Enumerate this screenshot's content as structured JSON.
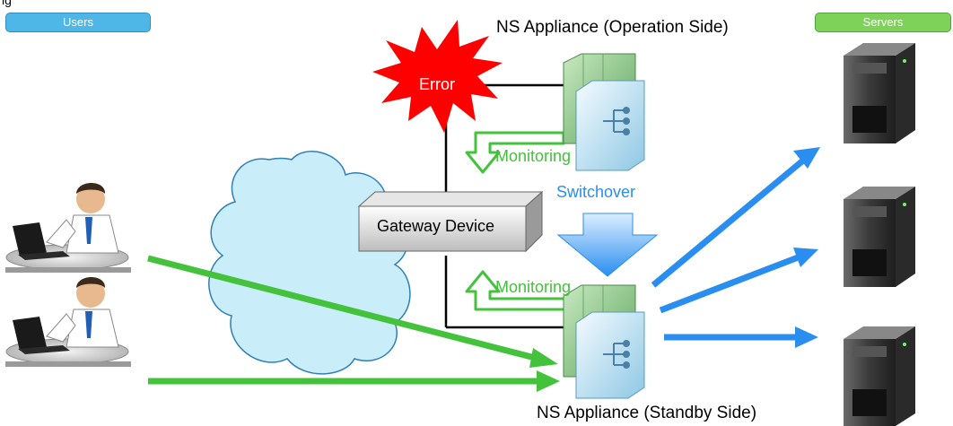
{
  "header": {
    "users_label": "Users",
    "servers_label": "Servers",
    "top_text_fragment": "ig"
  },
  "labels": {
    "error": "Error",
    "gateway": "Gateway Device",
    "ns_operation": "NS Appliance (Operation Side)",
    "ns_standby": "NS Appliance (Standby Side)",
    "monitoring_top": "Monitoring",
    "monitoring_bottom": "Monitoring",
    "switchover": "Switchover"
  },
  "colors": {
    "users_pill": "#4fb6e8",
    "servers_pill": "#7ed25a",
    "monitoring": "#44c23c",
    "switchover": "#2a8ef0",
    "error_burst": "#ff0000",
    "cloud": "#c9eefa"
  },
  "icons": {
    "user": "user-at-computer-icon",
    "server": "server-tower-icon",
    "appliance": "ns-appliance-icon",
    "cloud": "network-cloud-icon"
  }
}
